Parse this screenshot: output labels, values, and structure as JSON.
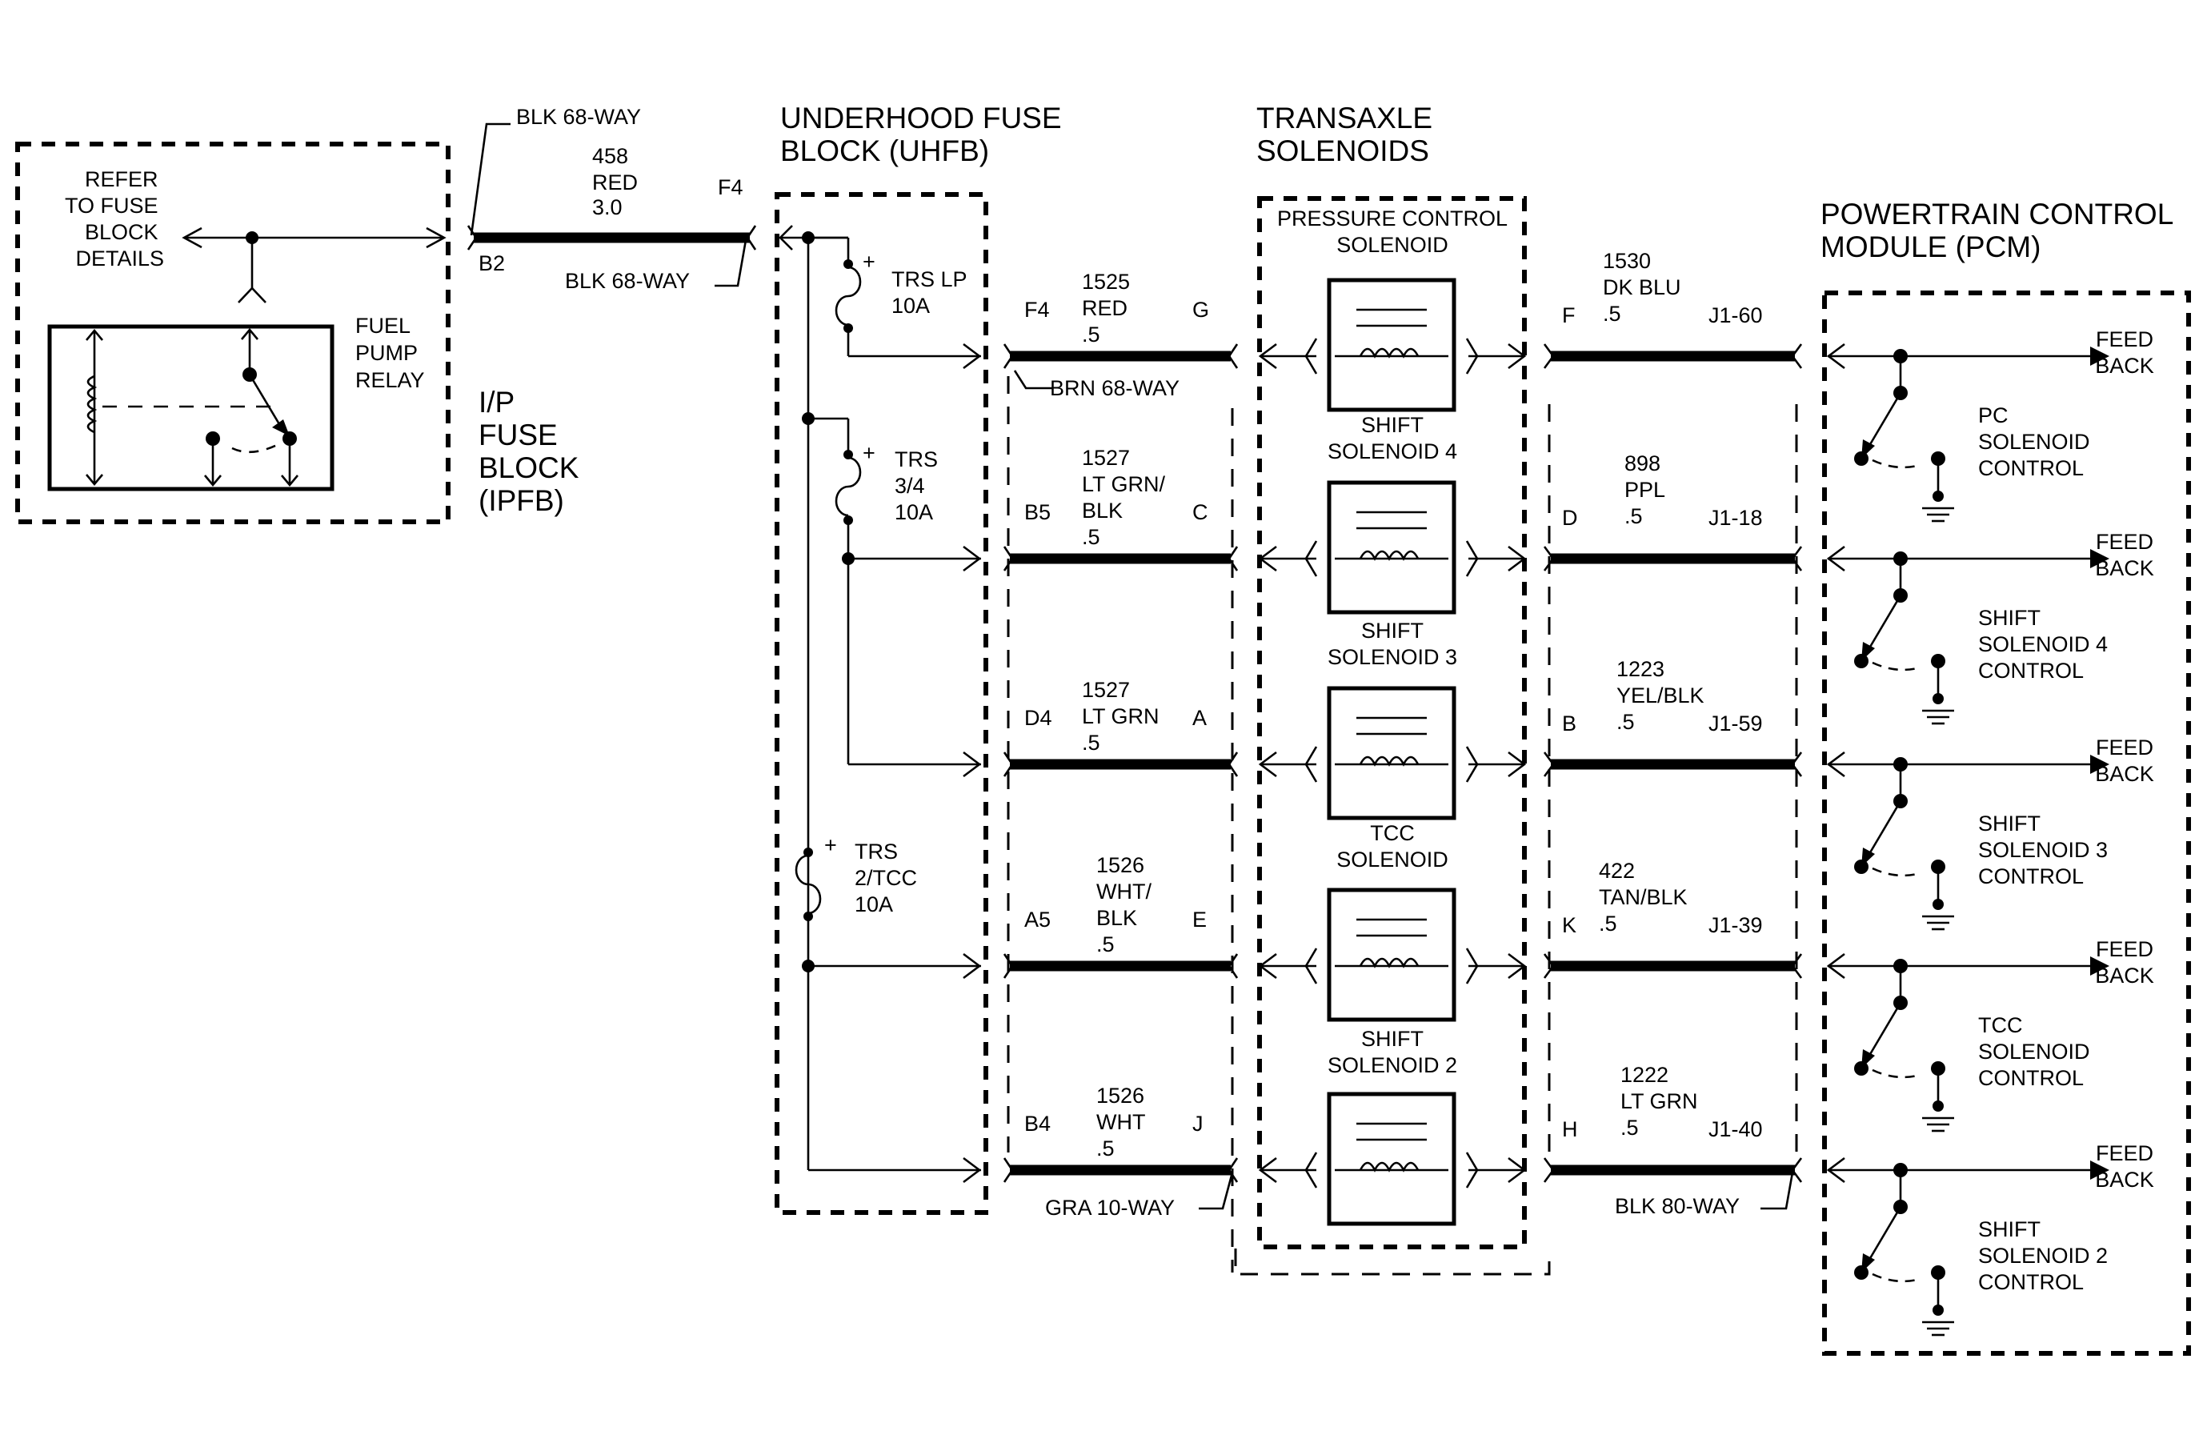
{
  "ipfb": {
    "refer": [
      "REFER",
      "TO FUSE",
      "BLOCK",
      "DETAILS"
    ],
    "relay": [
      "FUEL",
      "PUMP",
      "RELAY"
    ],
    "name": [
      "I/P",
      "FUSE",
      "BLOCK",
      "(IPFB)"
    ]
  },
  "feed": {
    "conn_top": "BLK 68-WAY",
    "conn_bottom": "BLK 68-WAY",
    "circuit": [
      "458",
      "RED",
      "3.0"
    ],
    "pin_left": "B2",
    "pin_right": "F4"
  },
  "uhfb": {
    "title": [
      "UNDERHOOD FUSE",
      "BLOCK (UHFB)"
    ],
    "fuses": [
      {
        "lines": [
          "TRS LP",
          "10A"
        ]
      },
      {
        "lines": [
          "TRS",
          "3/4",
          "10A"
        ]
      },
      {
        "lines": [
          "TRS",
          "2/TCC",
          "10A"
        ]
      }
    ],
    "plus": "+"
  },
  "left_circuits": [
    {
      "pin_l": "F4",
      "pin_r": "G",
      "label": [
        "1525",
        "RED",
        ".5"
      ]
    },
    {
      "pin_l": "B5",
      "pin_r": "C",
      "label": [
        "1527",
        "LT GRN/",
        "BLK",
        ".5"
      ]
    },
    {
      "pin_l": "D4",
      "pin_r": "A",
      "label": [
        "1527",
        "LT GRN",
        ".5"
      ]
    },
    {
      "pin_l": "A5",
      "pin_r": "E",
      "label": [
        "1526",
        "WHT/",
        "BLK",
        ".5"
      ]
    },
    {
      "pin_l": "B4",
      "pin_r": "J",
      "label": [
        "1526",
        "WHT",
        ".5"
      ]
    }
  ],
  "left_connectors": {
    "top": "BRN 68-WAY",
    "bottom": "GRA 10-WAY"
  },
  "transaxle": {
    "title": [
      "TRANSAXLE",
      "SOLENOIDS"
    ],
    "solenoids": [
      [
        "PRESSURE CONTROL",
        "SOLENOID"
      ],
      [
        "SHIFT",
        "SOLENOID 4"
      ],
      [
        "SHIFT",
        "SOLENOID 3"
      ],
      [
        "TCC",
        "SOLENOID"
      ],
      [
        "SHIFT",
        "SOLENOID 2"
      ]
    ]
  },
  "right_circuits": [
    {
      "pin_l": "F",
      "pin_r": "J1-60",
      "label": [
        "1530",
        "DK BLU",
        ".5"
      ]
    },
    {
      "pin_l": "D",
      "pin_r": "J1-18",
      "label": [
        "898",
        "PPL",
        ".5"
      ]
    },
    {
      "pin_l": "B",
      "pin_r": "J1-59",
      "label": [
        "1223",
        "YEL/BLK",
        ".5"
      ]
    },
    {
      "pin_l": "K",
      "pin_r": "J1-39",
      "label": [
        "422",
        "TAN/BLK",
        ".5"
      ]
    },
    {
      "pin_l": "H",
      "pin_r": "J1-40",
      "label": [
        "1222",
        "LT GRN",
        ".5"
      ]
    }
  ],
  "right_connectors": {
    "bottom": "BLK 80-WAY"
  },
  "pcm": {
    "title": [
      "POWERTRAIN CONTROL",
      "MODULE (PCM)"
    ],
    "feedback": [
      "FEED",
      "BACK"
    ],
    "controls": [
      [
        "PC",
        "SOLENOID",
        "CONTROL"
      ],
      [
        "SHIFT",
        "SOLENOID 4",
        "CONTROL"
      ],
      [
        "SHIFT",
        "SOLENOID 3",
        "CONTROL"
      ],
      [
        "TCC",
        "SOLENOID",
        "CONTROL"
      ],
      [
        "SHIFT",
        "SOLENOID 2",
        "CONTROL"
      ]
    ]
  }
}
